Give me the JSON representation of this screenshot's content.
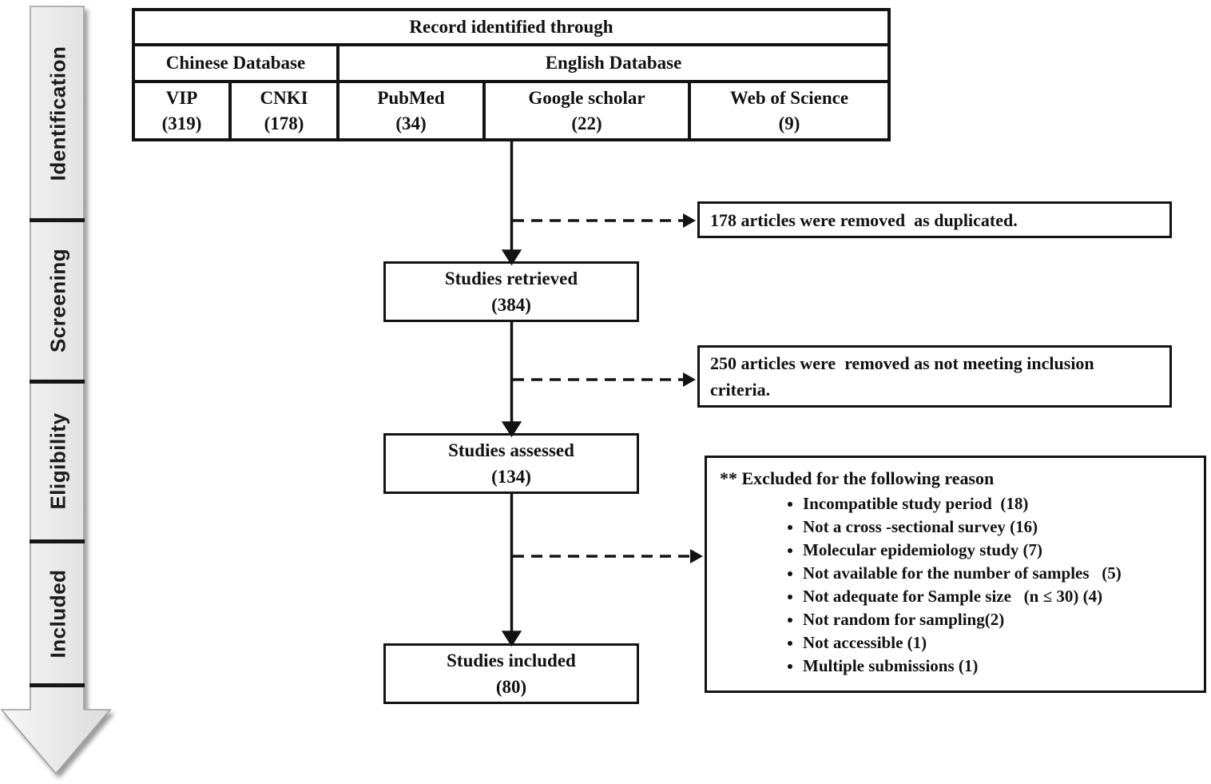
{
  "sidebar": {
    "phases": [
      "Identification",
      "Screening",
      "Eligibility",
      "Included"
    ]
  },
  "table": {
    "title": "Record identified through",
    "groups": [
      {
        "label": "Chinese Database"
      },
      {
        "label": "English Database"
      }
    ],
    "sources": [
      {
        "name": "VIP",
        "count": "(319)"
      },
      {
        "name": "CNKI",
        "count": "(178)"
      },
      {
        "name": "PubMed",
        "count": "(34)"
      },
      {
        "name": "Google scholar",
        "count": "(22)"
      },
      {
        "name": "Web of Science",
        "count": "(9)"
      }
    ]
  },
  "flow": [
    {
      "name": "Studies retrieved",
      "count": "(384)"
    },
    {
      "name": "Studies assessed",
      "count": "(134)"
    },
    {
      "name": "Studies included",
      "count": "(80)"
    }
  ],
  "notes": [
    {
      "text": "178 articles were removed  as duplicated."
    },
    {
      "text": "250 articles were  removed as not meeting inclusion criteria."
    }
  ],
  "excluded_box": {
    "heading": "** Excluded for the following reason",
    "items": [
      "Incompatible study period  (18)",
      "Not a cross -sectional survey (16)",
      "Molecular epidemiology study (7)",
      "Not available for the number of samples   (5)",
      "Not adequate for Sample size   (n ≤ 30) (4)",
      "Not random for sampling(2)",
      "Not accessible (1)",
      "Multiple submissions (1)"
    ]
  },
  "colors": {
    "ink": "#131313",
    "arrow_fill_light": "#f6f6f6",
    "arrow_fill_dark": "#dcdcdc"
  }
}
